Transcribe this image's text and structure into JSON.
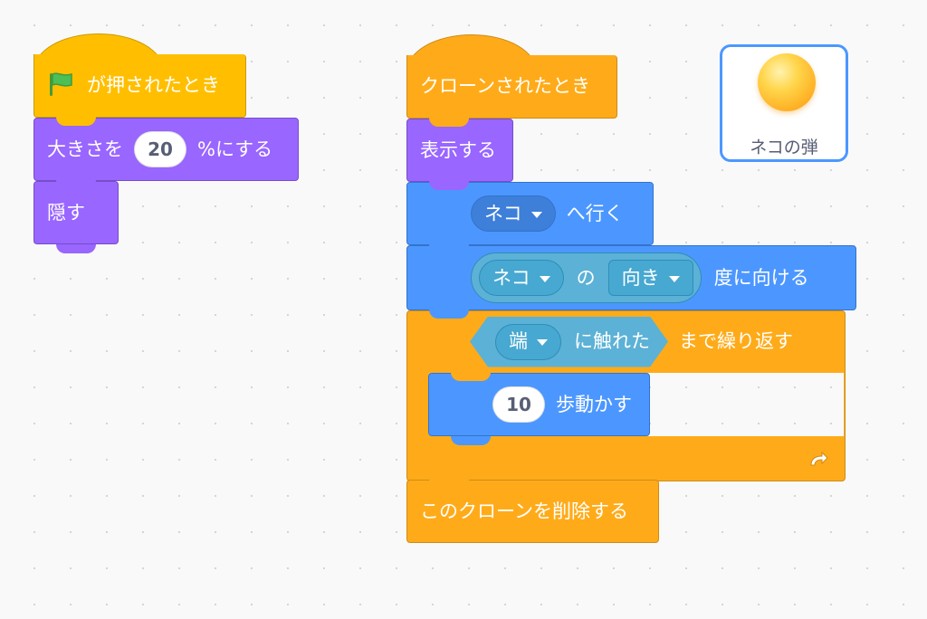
{
  "script1": {
    "hat_label": "が押されたとき",
    "size_prefix": "大きさを",
    "size_value": "20",
    "size_suffix": "%にする",
    "hide_label": "隠す"
  },
  "script2": {
    "hat_label": "クローンされたとき",
    "show_label": "表示する",
    "goto_target": "ネコ",
    "goto_label": "へ行く",
    "point_object": "ネコ",
    "point_of": "の",
    "point_attr": "向き",
    "point_label": "度に向ける",
    "until_prefix": "",
    "until_target": "端",
    "until_touch_label": "に触れた",
    "until_label": "まで繰り返す",
    "move_value": "10",
    "move_label": "歩動かす",
    "delete_label": "このクローンを削除する"
  },
  "sprite": {
    "name": "ネコの弾"
  },
  "colors": {
    "events": "#ffbf00",
    "control": "#ffab19",
    "looks": "#9966ff",
    "motion": "#4c97ff",
    "sensing": "#5cb1d6",
    "selected_border": "#4c97ff"
  },
  "icons": {
    "flag": "green-flag-icon",
    "loop_arrow": "loop-arrow-icon",
    "dropdown": "caret-down-icon"
  }
}
